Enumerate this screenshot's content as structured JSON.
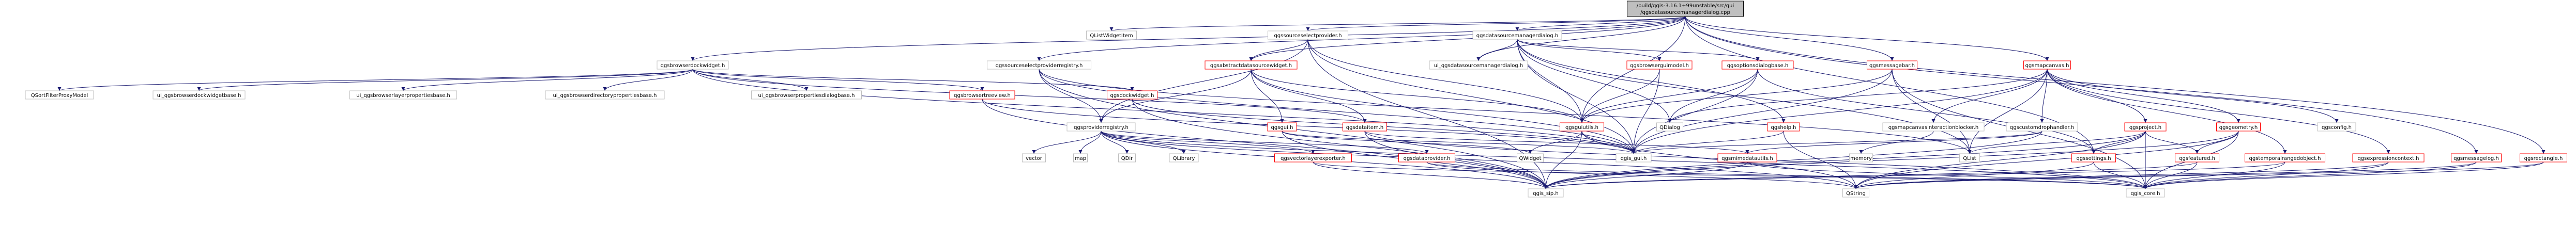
{
  "diagram": {
    "root": {
      "id": "root",
      "lines": [
        "/build/qgis-3.16.1+99unstable/src/gui",
        "/qgsdatasourcemanagerdialog.cpp"
      ]
    },
    "nodes": [
      {
        "id": "qlistwidgetitem",
        "label": "QListWidgetItem"
      },
      {
        "id": "qgssourceselectprovider",
        "label": "qgssourceselectprovider.h"
      },
      {
        "id": "qgsdatasourcemanagerdialog",
        "label": "qgsdatasourcemanagerdialog.h"
      },
      {
        "id": "qgsmapcanvas",
        "label": "qgsmapcanvas.h",
        "linked": true
      },
      {
        "id": "qgsbrowserdockwidget",
        "label": "qgsbrowserdockwidget.h"
      },
      {
        "id": "qgssourceselectproviderregistry",
        "label": "qgssourceselectproviderregistry.h"
      },
      {
        "id": "qgsabstractdatasourcewidget",
        "label": "qgsabstractdatasourcewidget.h",
        "linked": true
      },
      {
        "id": "ui_datasourcemanagerdialog",
        "label": "ui_qgsdatasourcemanagerdialog.h"
      },
      {
        "id": "qgsbrowserguimodel",
        "label": "qgsbrowserguimodel.h",
        "linked": true
      },
      {
        "id": "qgsoptionsdialogbase",
        "label": "qgsoptionsdialogbase.h",
        "linked": true
      },
      {
        "id": "qgsmessagebar",
        "label": "qgsmessagebar.h",
        "linked": true
      },
      {
        "id": "qsortfilterproxymodel",
        "label": "QSortFilterProxyModel"
      },
      {
        "id": "ui_browserdockwidgetbase",
        "label": "ui_qgsbrowserdockwidgetbase.h"
      },
      {
        "id": "ui_browserlayerproperties",
        "label": "ui_qgsbrowserlayerpropertiesbase.h"
      },
      {
        "id": "ui_browserdirectoryproperties",
        "label": "ui_qgsbrowserdirectorypropertiesbase.h"
      },
      {
        "id": "ui_browserpropertiesdialog",
        "label": "ui_qgsbrowserpropertiesdialogbase.h"
      },
      {
        "id": "qgsbrowsertreeview",
        "label": "qgsbrowsertreeview.h",
        "linked": true
      },
      {
        "id": "qgsdockwidget",
        "label": "qgsdockwidget.h",
        "linked": true
      },
      {
        "id": "qgsproviderregistry",
        "label": "qgsproviderregistry.h"
      },
      {
        "id": "qgsgui",
        "label": "qgsgui.h",
        "linked": true
      },
      {
        "id": "qgsdataitem",
        "label": "qgsdataitem.h",
        "linked": true
      },
      {
        "id": "qgsguiutils",
        "label": "qgsguiutils.h",
        "linked": true
      },
      {
        "id": "qdialog",
        "label": "QDialog"
      },
      {
        "id": "qgshelp",
        "label": "qgshelp.h",
        "linked": true
      },
      {
        "id": "qgsmapcanvasinteractionblocker",
        "label": "qgsmapcanvasinteractionblocker.h"
      },
      {
        "id": "qgscustomdrophandler",
        "label": "qgscustomdrophandler.h"
      },
      {
        "id": "qgsproject",
        "label": "qgsproject.h",
        "linked": true
      },
      {
        "id": "qgsgeometry",
        "label": "qgsgeometry.h",
        "linked": true
      },
      {
        "id": "qgsconfig",
        "label": "qgsconfig.h"
      },
      {
        "id": "vector",
        "label": "vector"
      },
      {
        "id": "map",
        "label": "map"
      },
      {
        "id": "qdir",
        "label": "QDir"
      },
      {
        "id": "qlibrary",
        "label": "QLibrary"
      },
      {
        "id": "qgsvectorlayerexporter",
        "label": "qgsvectorlayerexporter.h",
        "linked": true
      },
      {
        "id": "qgsdataprovider",
        "label": "qgsdataprovider.h",
        "linked": true
      },
      {
        "id": "qwidget",
        "label": "QWidget"
      },
      {
        "id": "qgs_gui",
        "label": "qgis_gui.h"
      },
      {
        "id": "qgsmimedatautils",
        "label": "qgsmimedatautils.h",
        "linked": true
      },
      {
        "id": "memory",
        "label": "memory"
      },
      {
        "id": "qlist",
        "label": "QList"
      },
      {
        "id": "qgssettings",
        "label": "qgssettings.h",
        "linked": true
      },
      {
        "id": "qgsfeatured",
        "label": "qgsfeatured.h",
        "linked": true
      },
      {
        "id": "qgstemporalrangedobject",
        "label": "qgstemporalrangedobject.h",
        "linked": true
      },
      {
        "id": "qgsexpressioncontext",
        "label": "qgsexpressioncontext.h",
        "linked": true
      },
      {
        "id": "qgsmessagelog",
        "label": "qgsmessagelog.h",
        "linked": true
      },
      {
        "id": "qgsrectangle",
        "label": "qgsrectangle.h",
        "linked": true
      },
      {
        "id": "qgis_sip",
        "label": "qgis_sip.h"
      },
      {
        "id": "qstring",
        "label": "QString"
      },
      {
        "id": "qgis_core",
        "label": "qgis_core.h"
      }
    ],
    "colors": {
      "edge": "#191970",
      "root_fill": "#bfbfbf",
      "node_fill": "#ffffff",
      "node_border": "#000000",
      "linked_border": "#ff0000",
      "unlinked_border": "#bfbfbf"
    }
  }
}
